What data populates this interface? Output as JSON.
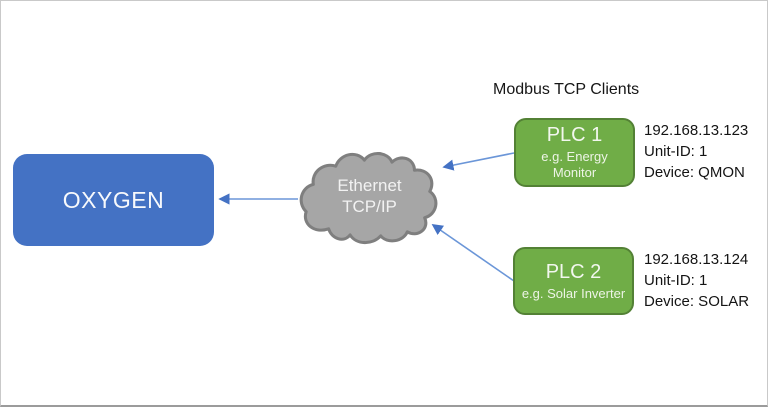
{
  "heading": "Modbus TCP Clients",
  "oxygen": {
    "label": "OXYGEN",
    "fill": "#4472C4",
    "text_color": "#FFFFFF"
  },
  "cloud": {
    "line1": "Ethernet",
    "line2": "TCP/IP",
    "fill": "#A6A6A6",
    "stroke": "#7F7F7F"
  },
  "clients": [
    {
      "name": "PLC 1",
      "description": "e.g. Energy Monitor",
      "ip": "192.168.13.123",
      "unit_id": "Unit-ID: 1",
      "device": "Device: QMON"
    },
    {
      "name": "PLC 2",
      "description": "e.g. Solar Inverter",
      "ip": "192.168.13.124",
      "unit_id": "Unit-ID: 1",
      "device": "Device: SOLAR"
    }
  ],
  "colors": {
    "plc_fill": "#70AD47",
    "plc_border": "#538135",
    "arrow_line": "#6B96D8",
    "arrow_head": "#4472C4"
  }
}
